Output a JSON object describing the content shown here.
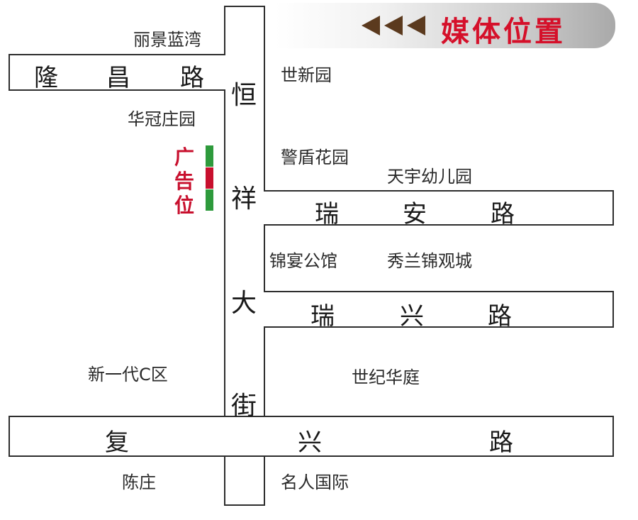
{
  "banner": {
    "title": "媒体位置",
    "arrow_color": "#5b3a1e",
    "title_color": "#d5102a"
  },
  "main_street": {
    "chars": [
      "恒",
      "祥",
      "大",
      "街"
    ]
  },
  "roads": {
    "longchang": [
      "隆",
      "昌",
      "路"
    ],
    "ruian": [
      "瑞",
      "安",
      "路"
    ],
    "ruixing": [
      "瑞",
      "兴",
      "路"
    ],
    "fuxing": [
      "复",
      "兴",
      "路"
    ]
  },
  "places": {
    "lijing": "丽景蓝湾",
    "huaguan": "华冠庄园",
    "shixin": "世新园",
    "jingdun": "警盾花园",
    "tianyu": "天宇幼儿园",
    "jinyan": "锦宴公馆",
    "xiulan": "秀兰锦观城",
    "xinyidai": "新一代C区",
    "shiji": "世纪华庭",
    "chenzhuang": "陈庄",
    "mingren": "名人国际"
  },
  "ad_spot": {
    "chars": [
      "广",
      "告",
      "位"
    ],
    "colors": {
      "text": "#c8102e",
      "bar_green": "#2e9a3c",
      "bar_red": "#c8102e"
    }
  }
}
